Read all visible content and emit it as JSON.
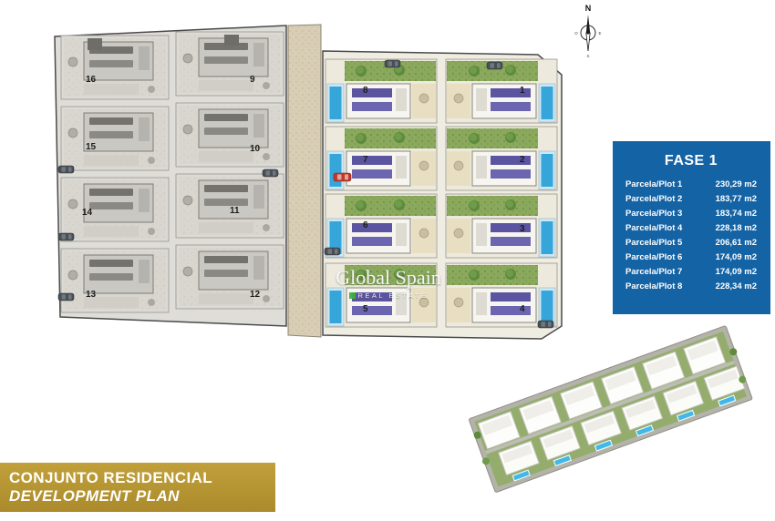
{
  "colors": {
    "phase_box_bg": "#1463a5",
    "banner_gold": "#b6952e",
    "pool_blue": "#36a6da",
    "garden_green": "#8aa95c",
    "road_beige": "#d8ceb5",
    "solar_purple": "#5b54a0",
    "gray_block": "#dcdad4",
    "watermark_green": "#3fae3a"
  },
  "compass": {
    "n": "N",
    "s": "S",
    "e": "E",
    "w": "O"
  },
  "site_plan": {
    "left_plots": [
      "16",
      "15",
      "14",
      "13",
      "9",
      "10",
      "11",
      "12"
    ],
    "right_plots": [
      "8",
      "7",
      "6",
      "5",
      "1",
      "2",
      "3",
      "4"
    ]
  },
  "phase_box": {
    "title": "FASE 1",
    "rows": [
      {
        "label": "Parcela/Plot 1",
        "value": "230,29 m2"
      },
      {
        "label": "Parcela/Plot 2",
        "value": "183,77 m2"
      },
      {
        "label": "Parcela/Plot 3",
        "value": "183,74 m2"
      },
      {
        "label": "Parcela/Plot 4",
        "value": "228,18 m2"
      },
      {
        "label": "Parcela/Plot 5",
        "value": "206,61 m2"
      },
      {
        "label": "Parcela/Plot 6",
        "value": "174,09 m2"
      },
      {
        "label": "Parcela/Plot 7",
        "value": "174,09 m2"
      },
      {
        "label": "Parcela/Plot 8",
        "value": "228,34 m2"
      }
    ]
  },
  "watermark": {
    "line1": "Global Spain",
    "line2": "REAL ESTATE"
  },
  "title_banner": {
    "line1": "CONJUNTO RESIDENCIAL",
    "line2": "DEVELOPMENT PLAN"
  }
}
